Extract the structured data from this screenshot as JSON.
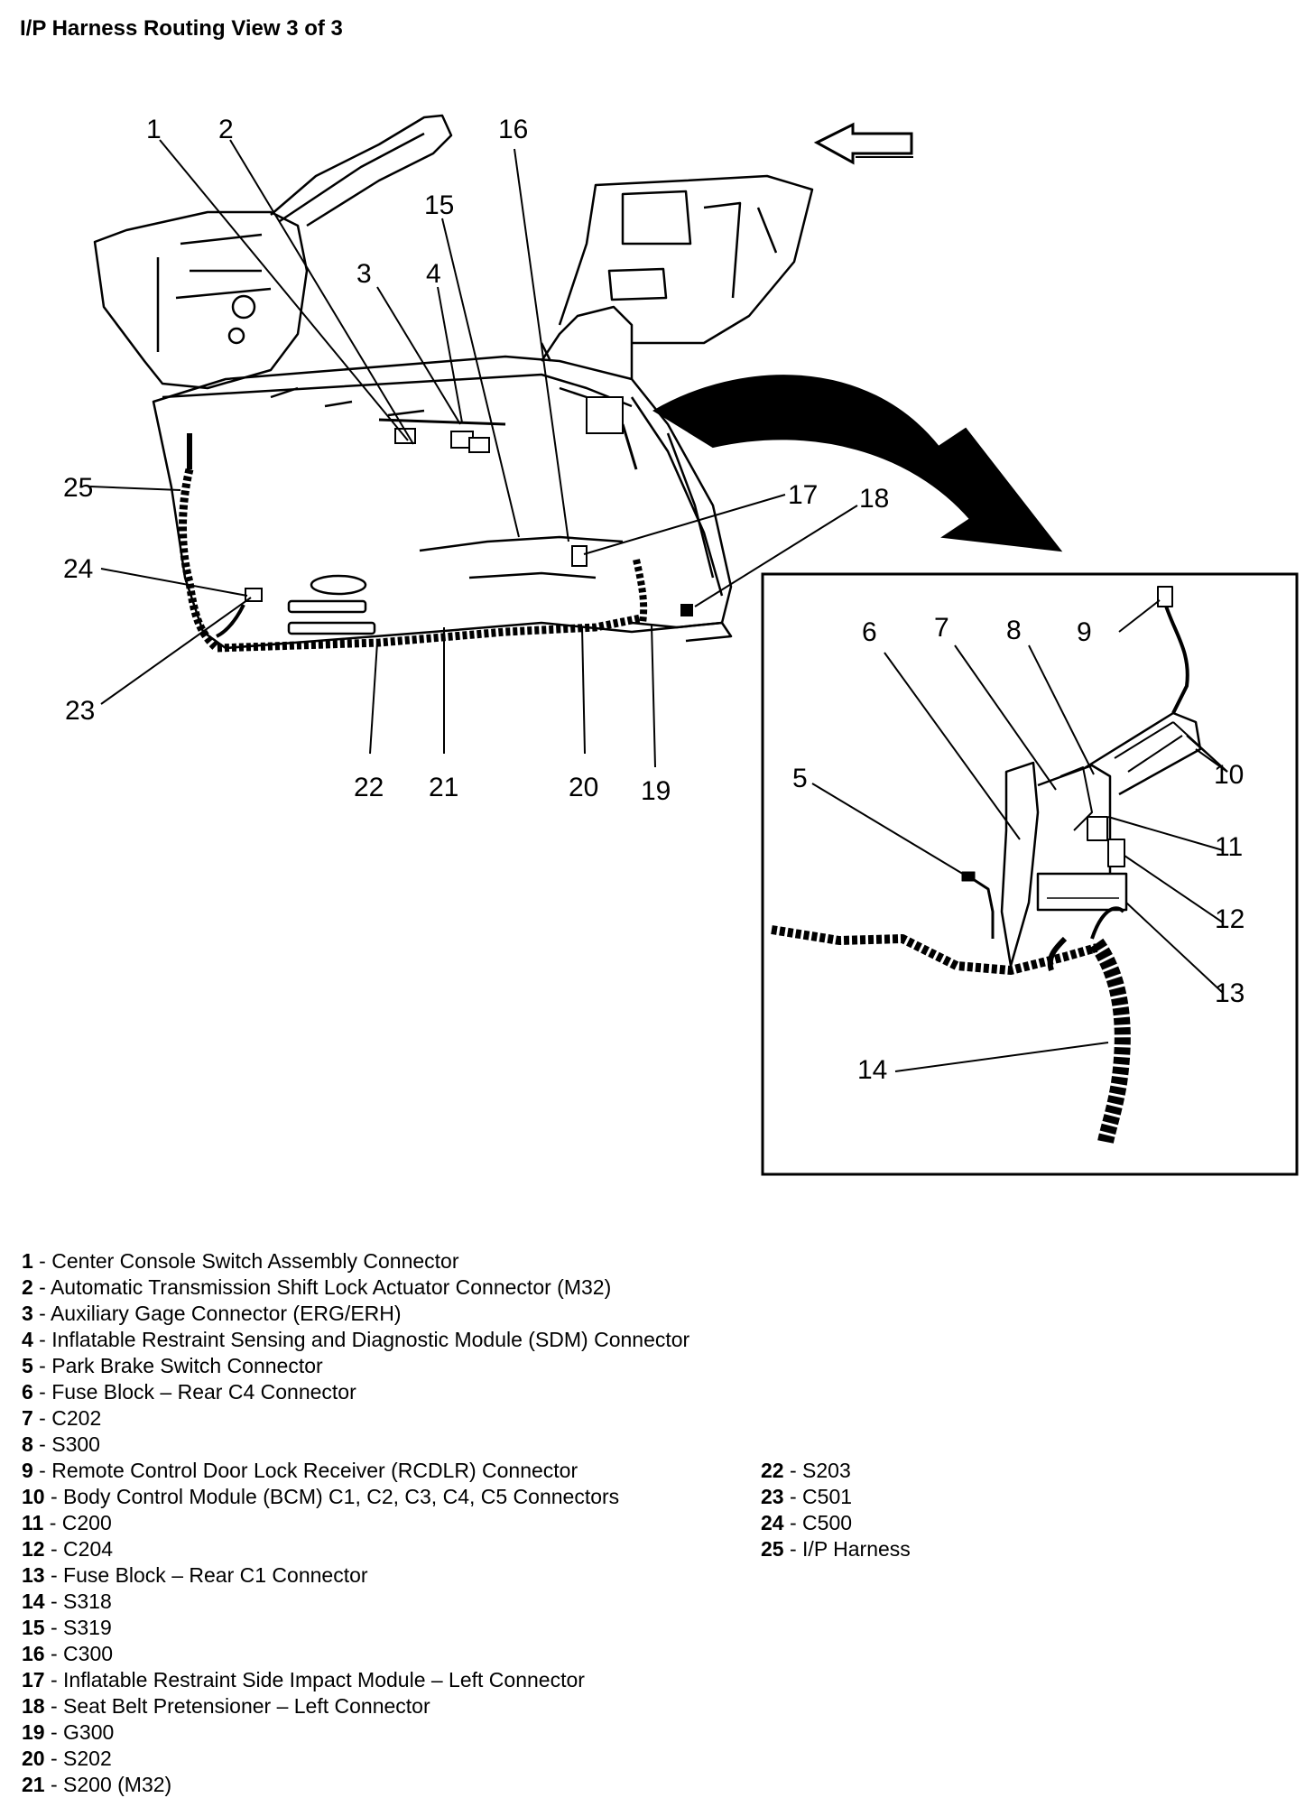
{
  "title": "I/P Harness Routing View 3 of 3",
  "callouts": [
    "1",
    "2",
    "3",
    "4",
    "5",
    "6",
    "7",
    "8",
    "9",
    "10",
    "11",
    "12",
    "13",
    "14",
    "15",
    "16",
    "17",
    "18",
    "19",
    "20",
    "21",
    "22",
    "23",
    "24",
    "25"
  ],
  "legend_col_1": [
    {
      "num": "1",
      "text": "Center Console Switch Assembly Connector"
    },
    {
      "num": "2",
      "text": "Automatic Transmission Shift Lock Actuator Connector (M32)"
    },
    {
      "num": "3",
      "text": "Auxiliary Gage Connector (ERG/ERH)"
    },
    {
      "num": "4",
      "text": "Inflatable Restraint Sensing and Diagnostic Module (SDM) Connector"
    },
    {
      "num": "5",
      "text": "Park Brake Switch Connector"
    },
    {
      "num": "6",
      "text": "Fuse Block – Rear C4 Connector"
    },
    {
      "num": "7",
      "text": "C202"
    },
    {
      "num": "8",
      "text": "S300"
    },
    {
      "num": "9",
      "text": "Remote Control Door Lock Receiver (RCDLR) Connector"
    },
    {
      "num": "10",
      "text": "Body Control Module (BCM) C1, C2, C3, C4, C5 Connectors"
    },
    {
      "num": "11",
      "text": "C200"
    },
    {
      "num": "12",
      "text": "C204"
    },
    {
      "num": "13",
      "text": "Fuse Block – Rear C1 Connector"
    },
    {
      "num": "14",
      "text": "S318"
    },
    {
      "num": "15",
      "text": "S319"
    },
    {
      "num": "16",
      "text": "C300"
    },
    {
      "num": "17",
      "text": "Inflatable Restraint Side Impact Module – Left Connector"
    },
    {
      "num": "18",
      "text": "Seat Belt Pretensioner – Left Connector"
    },
    {
      "num": "19",
      "text": "G300"
    },
    {
      "num": "20",
      "text": "S202"
    },
    {
      "num": "21",
      "text": "S200 (M32)"
    }
  ],
  "legend_col_2": [
    {
      "num": "22",
      "text": "S203"
    },
    {
      "num": "23",
      "text": "C501"
    },
    {
      "num": "24",
      "text": "C500"
    },
    {
      "num": "25",
      "text": "I/P Harness"
    }
  ]
}
